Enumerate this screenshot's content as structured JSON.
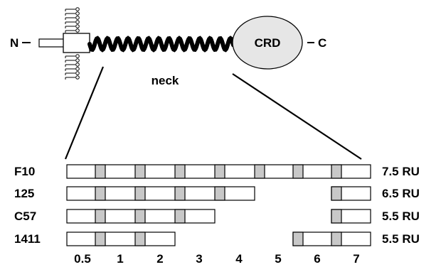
{
  "labels": {
    "n_terminus": "N",
    "c_terminus": "C",
    "crd": "CRD",
    "neck": "neck"
  },
  "colors": {
    "repeat_fill": "#ffffff",
    "spacer_fill": "#c8c8c8",
    "crd_fill": "#e6e6e6",
    "stroke": "#000000"
  },
  "variants": [
    {
      "name": "F10",
      "present": [
        0,
        1,
        2,
        3,
        4,
        5,
        6,
        7
      ],
      "count": "7.5 RU"
    },
    {
      "name": "125",
      "present": [
        0,
        1,
        2,
        3,
        4,
        7
      ],
      "count": "6.5 RU"
    },
    {
      "name": "C57",
      "present": [
        0,
        1,
        2,
        3,
        7
      ],
      "count": "5.5 RU"
    },
    {
      "name": "1411",
      "present": [
        0,
        1,
        2,
        6,
        7
      ],
      "count": "5.5 RU"
    }
  ],
  "axis": {
    "ticks": [
      "0.5",
      "1",
      "2",
      "3",
      "4",
      "5",
      "6",
      "7"
    ]
  }
}
